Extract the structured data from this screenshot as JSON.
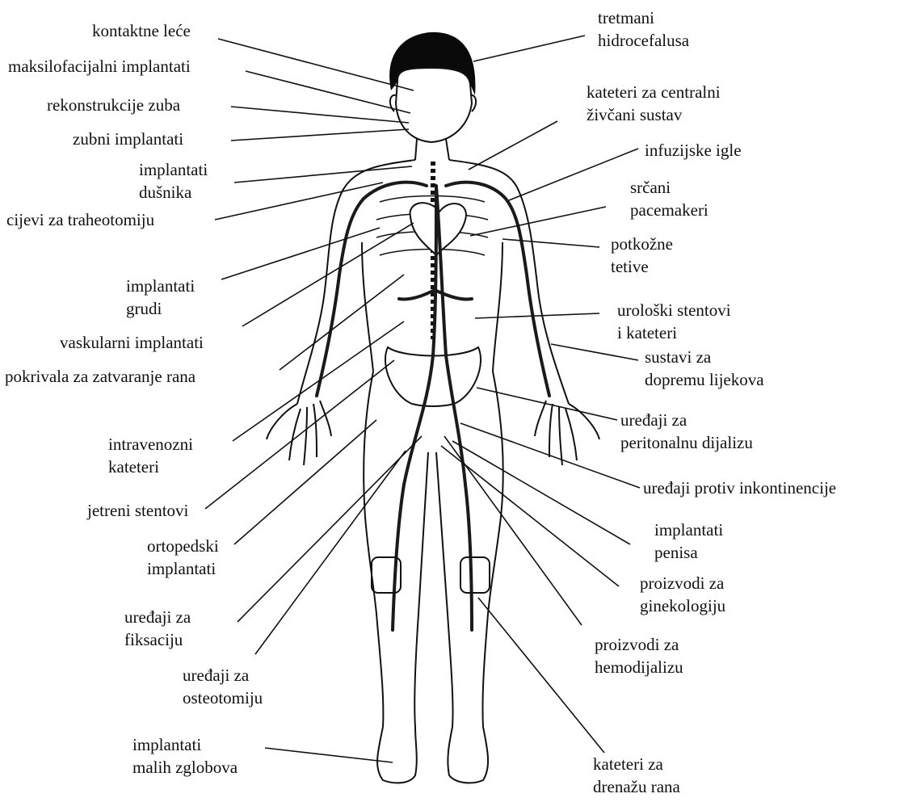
{
  "labels": {
    "tretmani_hidrocefalusa": [
      "tretmani",
      "hidrocefalusa"
    ],
    "kontaktne_lece": [
      "kontaktne leće"
    ],
    "maksilofacijalni": [
      "maksilofacijalni implantati"
    ],
    "rekonstrukcije_zuba": [
      "rekonstrukcije zuba"
    ],
    "zubni_implantati": [
      "zubni implantati"
    ],
    "katetri_cns": [
      "kateteri za centralni",
      "živčani sustav"
    ],
    "infuzijske_igle": [
      "infuzijske igle"
    ],
    "implantati_dusnika": [
      "implantati",
      "dušnika"
    ],
    "srcani_pacemakeri": [
      "srčani",
      "pacemakeri"
    ],
    "cijevi_traheotomija": [
      "cijevi za traheotomiju"
    ],
    "potkozne_tetive": [
      "potkožne",
      "tetive"
    ],
    "implantati_grudi": [
      "implantati",
      "grudi"
    ],
    "uroloski_stentovi": [
      "urološki stentovi",
      "i kateteri"
    ],
    "vaskularni_implantati": [
      "vaskularni implantati"
    ],
    "dopremu_lijekova": [
      "sustavi za",
      "dopremu lijekova"
    ],
    "pokrivala_rana": [
      "pokrivala za zatvaranje rana"
    ],
    "peritonalna_dijaliza": [
      "uređaji za",
      "peritonalnu dijalizu"
    ],
    "intravenozni_kateteri": [
      "intravenozni",
      "kateteri"
    ],
    "inkontinencija": [
      "uređaji protiv inkontinencije"
    ],
    "jetreni_stentovi": [
      "jetreni stentovi"
    ],
    "implantati_penisa": [
      "implantati",
      "penisa"
    ],
    "ortopedski_implantati": [
      "ortopedski",
      "implantati"
    ],
    "ginekologija": [
      "proizvodi za",
      "ginekologiju"
    ],
    "fiksacija": [
      "uređaji za",
      "fiksaciju"
    ],
    "hemodijaliza": [
      "proizvodi za",
      "hemodijalizu"
    ],
    "osteotomija": [
      "uređaji za",
      "osteotomiju"
    ],
    "mali_zglobovi": [
      "implantati",
      "malih zglobova"
    ],
    "drenaza_rana": [
      "kateteri za",
      "drenažu rana"
    ]
  },
  "colors": {
    "ink": "#111111",
    "vessel": "#1a1a1a",
    "hair": "#0a0a0a"
  }
}
